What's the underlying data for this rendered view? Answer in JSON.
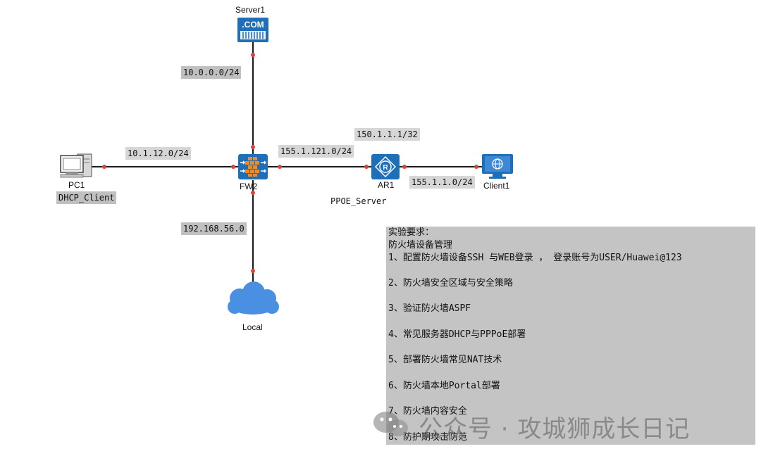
{
  "devices": {
    "server1": {
      "label": "Server1",
      "badge": ".COM"
    },
    "pc1": {
      "label": "PC1",
      "role": "DHCP_Client"
    },
    "fw2": {
      "label": "FW2"
    },
    "ar1": {
      "label": "AR1",
      "role": "PPOE_Server",
      "icon_letter": "R"
    },
    "client1": {
      "label": "Client1"
    },
    "local": {
      "label": "Local"
    }
  },
  "subnets": {
    "server_link": "10.0.0.0/24",
    "pc_link": "10.1.12.0/24",
    "fw_ar_link": "155.1.121.0/24",
    "ar_loopback": "150.1.1.1/32",
    "ar_client_link": "155.1.1.0/24",
    "local_link": "192.168.56.0"
  },
  "requirements": {
    "title": "实验要求：",
    "subtitle": "防火墙设备管理",
    "items": [
      "1、配置防火墙设备SSH 与WEB登录 ， 登录账号为USER/Huawei@123",
      "2、防火墙安全区域与安全策略",
      "3、验证防火墙ASPF",
      "4、常见服务器DHCP与PPPoE部署",
      "5、部署防火墙常见NAT技术",
      "6、防火墙本地Portal部署",
      "7、防火墙内容安全",
      "8、防护期攻击防范"
    ]
  },
  "watermark": {
    "text": "公众号 · 攻城狮成长日记",
    "icon": "wechat-icon"
  },
  "colors": {
    "link": "#1a1a1a",
    "port": "#e0413d",
    "device_blue": "#1f6fb8",
    "cloud": "#4a90e2",
    "tag_bg": "#c0c0c0",
    "panel_bg": "#c4c4c4"
  }
}
